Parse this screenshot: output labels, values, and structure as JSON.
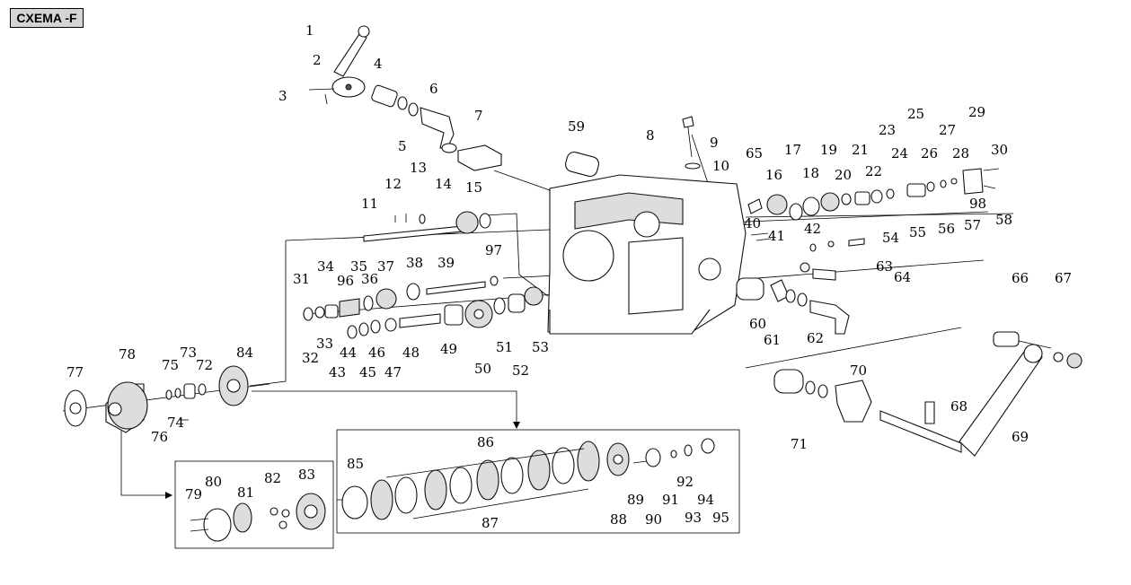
{
  "title": "CXEMA -F",
  "part_numbers": [
    "1",
    "2",
    "3",
    "4",
    "5",
    "6",
    "7",
    "8",
    "9",
    "10",
    "11",
    "12",
    "13",
    "14",
    "15",
    "16",
    "17",
    "18",
    "19",
    "20",
    "21",
    "22",
    "23",
    "24",
    "25",
    "26",
    "27",
    "28",
    "29",
    "30",
    "31",
    "32",
    "33",
    "34",
    "35",
    "36",
    "37",
    "38",
    "39",
    "40",
    "41",
    "42",
    "43",
    "44",
    "45",
    "46",
    "47",
    "48",
    "49",
    "50",
    "51",
    "52",
    "53",
    "54",
    "55",
    "56",
    "57",
    "58",
    "59",
    "60",
    "61",
    "62",
    "63",
    "64",
    "65",
    "66",
    "67",
    "68",
    "69",
    "70",
    "71",
    "72",
    "73",
    "74",
    "75",
    "76",
    "77",
    "78",
    "79",
    "80",
    "81",
    "82",
    "83",
    "84",
    "85",
    "86",
    "87",
    "88",
    "89",
    "90",
    "91",
    "92",
    "93",
    "94",
    "95",
    "96",
    "97",
    "98"
  ],
  "colors": {
    "line": "#000000",
    "background": "#ffffff",
    "badge": "#d4d4d4"
  }
}
